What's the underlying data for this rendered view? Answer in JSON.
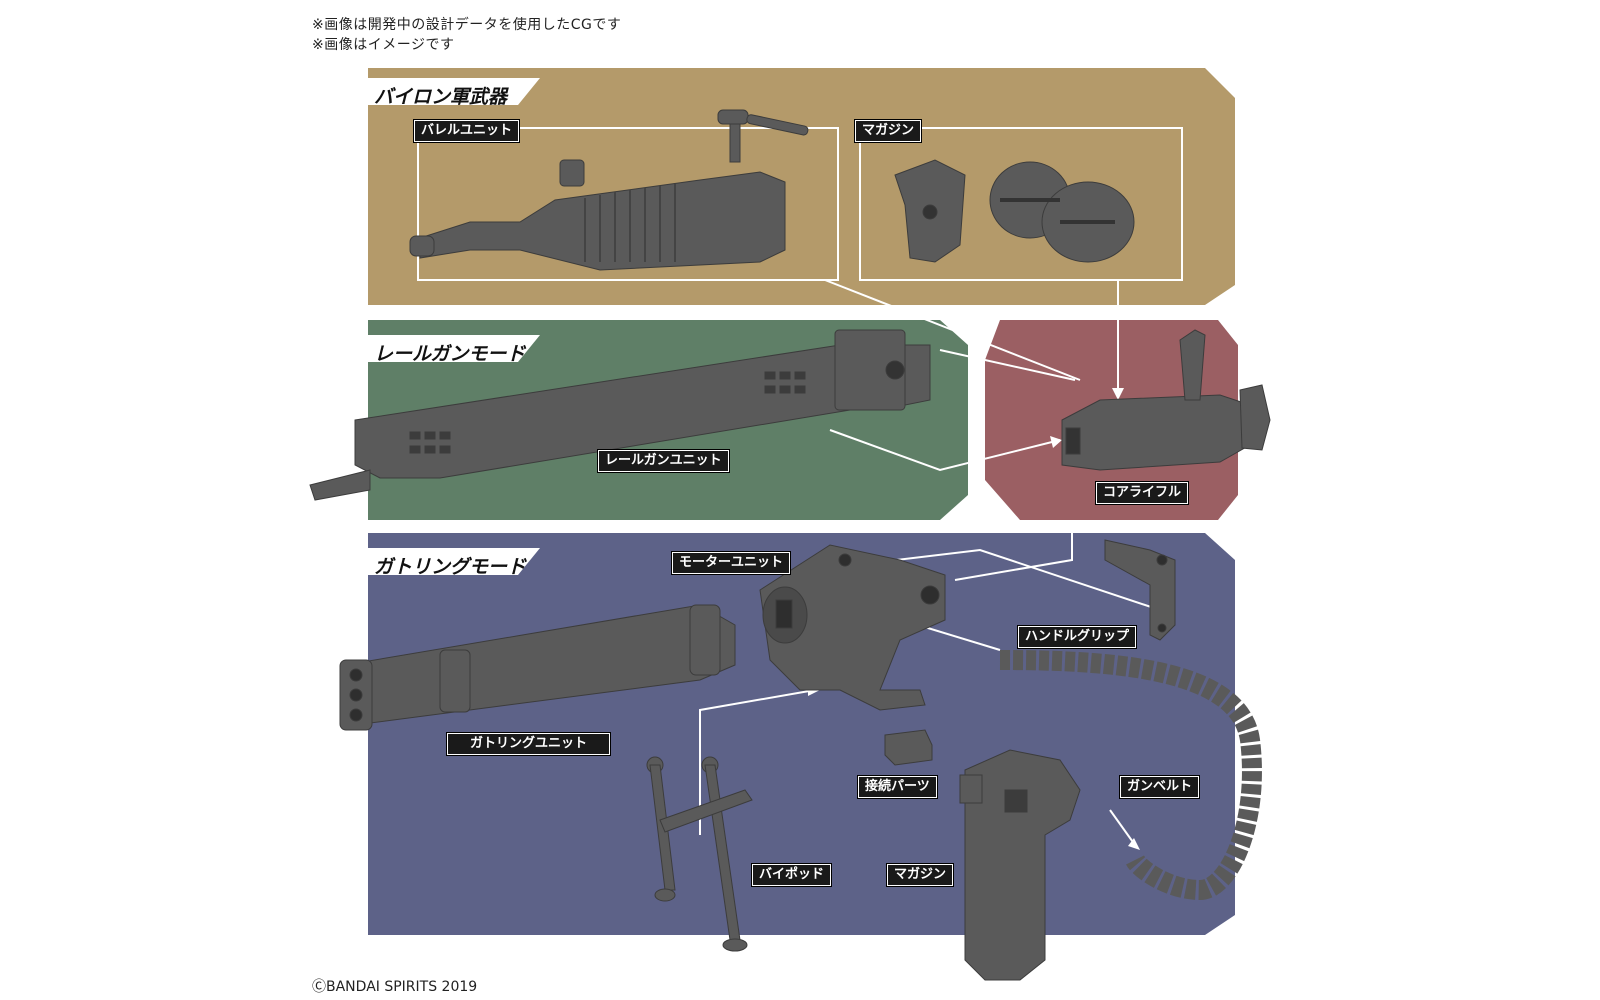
{
  "notes": [
    "※画像は開発中の設計データを使用したCGです",
    "※画像はイメージです"
  ],
  "copyright": "ⒸBANDAI SPIRITS 2019",
  "sections": {
    "pylon": "バイロン軍武器",
    "railgun": "レールガンモード",
    "gatling": "ガトリングモード"
  },
  "labels": {
    "barrel_unit": "バレルユニット",
    "magazine_top": "マガジン",
    "railgun_unit": "レールガンユニット",
    "core_rifle": "コアライフル",
    "motor_unit": "モーターユニット",
    "handle_grip": "ハンドルグリップ",
    "gatling_unit": "ガトリングユニット",
    "connector_parts": "接続パーツ",
    "gun_belt": "ガンベルト",
    "bipod": "バイポッド",
    "magazine_bottom": "マガジン"
  },
  "colors": {
    "pylon_bg": "#b49a6a",
    "railgun_bg": "#5f7f67",
    "core_bg": "#9b5f63",
    "gatling_bg": "#5d6288",
    "part_gray": "#5a5a5a"
  }
}
